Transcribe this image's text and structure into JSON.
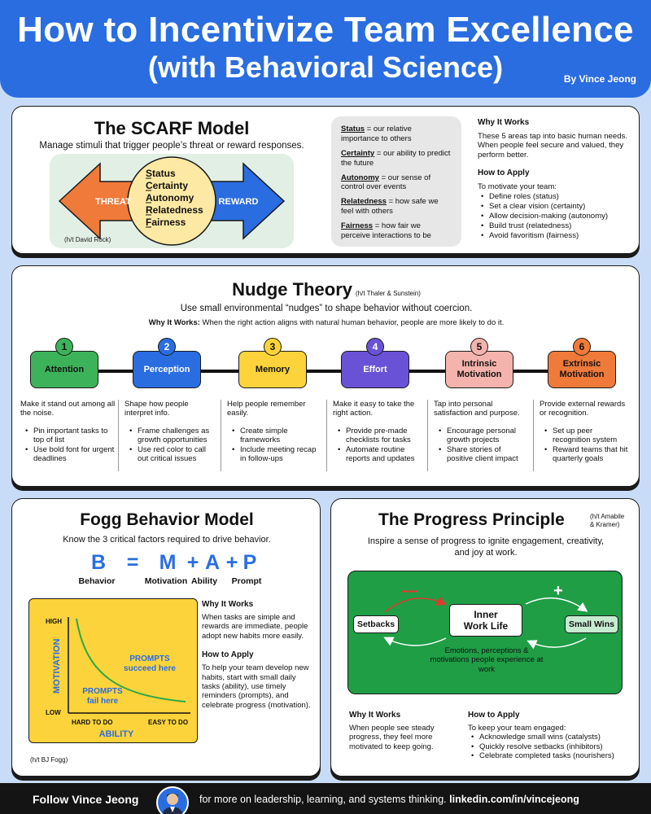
{
  "header": {
    "title_line1": "How to Incentivize Team Excellence",
    "title_line2": "(with Behavioral Science)",
    "byline": "By Vince Jeong"
  },
  "scarf": {
    "title": "The SCARF Model",
    "subtitle": "Manage stimuli that trigger people’s threat or reward responses.",
    "threat_label": "THREAT",
    "reward_label": "REWARD",
    "circle_words": [
      "Status",
      "Certainty",
      "Autonomy",
      "Relatedness",
      "Fairness"
    ],
    "credit": "(h/t David Rock)",
    "definitions": [
      {
        "term": "Status",
        "text": " = our relative importance to others"
      },
      {
        "term": "Certainty",
        "text": " = our ability to predict the future"
      },
      {
        "term": "Autonomy",
        "text": " = our sense of control over events"
      },
      {
        "term": "Relatedness",
        "text": " = how safe we feel with others"
      },
      {
        "term": "Fairness",
        "text": " = how fair we perceive interactions to be"
      }
    ],
    "why_heading": "Why It Works",
    "why_text": "These 5 areas tap into basic human needs. When people feel secure and valued, they perform better.",
    "apply_heading": "How to Apply",
    "apply_intro": "To motivate your team:",
    "apply_items": [
      "Define roles (status)",
      "Set a clear vision (certainty)",
      "Allow decision-making (autonomy)",
      "Build trust (relatedness)",
      "Avoid favoritism (fairness)"
    ],
    "colors": {
      "threat": "#ef7a3a",
      "reward": "#2a6de0",
      "circle": "#fde9a4",
      "panel": "#e2efe4"
    }
  },
  "nudge": {
    "title": "Nudge Theory",
    "credit": "(h/t Thaler & Sunstein)",
    "subtitle": "Use small environmental “nudges” to shape behavior without coercion.",
    "why_label": "Why It Works:",
    "why_text": " When the right action aligns with natural human behavior, people are more likely to do it.",
    "steps": [
      {
        "num": "1",
        "label": "Attention",
        "color": "#3cb35a",
        "text_color": "#111",
        "desc": "Make it stand out among all the noise.",
        "items": [
          "Pin important tasks to top of list",
          "Use bold font for urgent deadlines"
        ]
      },
      {
        "num": "2",
        "label": "Perception",
        "color": "#2a6de0",
        "text_color": "#fff",
        "desc": "Shape how people interpret info.",
        "items": [
          "Frame challenges as growth opportunities",
          "Use red color to call out critical issues"
        ]
      },
      {
        "num": "3",
        "label": "Memory",
        "color": "#fcd33a",
        "text_color": "#111",
        "desc": "Help people remember easily.",
        "items": [
          "Create simple frameworks",
          "Include meeting recap in follow-ups"
        ]
      },
      {
        "num": "4",
        "label": "Effort",
        "color": "#6a52d6",
        "text_color": "#fff",
        "desc": "Make it easy to take the right action.",
        "items": [
          "Provide pre-made checklists for tasks",
          "Automate routine reports and updates"
        ]
      },
      {
        "num": "5",
        "label": "Intrinsic Motivation",
        "color": "#f5b3ad",
        "text_color": "#111",
        "desc": "Tap into personal satisfaction and purpose.",
        "items": [
          "Encourage personal growth projects",
          "Share stories of positive client impact"
        ]
      },
      {
        "num": "6",
        "label": "Extrinsic Motivation",
        "color": "#ef7a3a",
        "text_color": "#111",
        "desc": "Provide external rewards or recognition.",
        "items": [
          "Set up peer recognition system",
          "Reward teams that hit quarterly goals"
        ]
      }
    ]
  },
  "fogg": {
    "title": "Fogg Behavior Model",
    "subtitle": "Know the 3 critical factors required to drive behavior.",
    "equation": {
      "B": "B",
      "eq": "=",
      "M": "M",
      "plus1": "+",
      "A": "A",
      "plus2": "+",
      "P": "P"
    },
    "equation_labels": {
      "B": "Behavior",
      "M": "Motivation",
      "A": "Ability",
      "P": "Prompt"
    },
    "chart": {
      "y_axis_title": "MOTIVATION",
      "y_high": "HIGH",
      "y_low": "LOW",
      "x_axis_title": "ABILITY",
      "x_left": "HARD TO DO",
      "x_right": "EASY TO DO",
      "success_line1": "PROMPTS",
      "success_line2": "succeed here",
      "fail_line1": "PROMPTS",
      "fail_line2": "fail here",
      "colors": {
        "bg": "#fcd33a",
        "curve": "#2aa84a",
        "text": "#2a6de0"
      }
    },
    "why_heading": "Why It Works",
    "why_text": "When tasks are simple and rewards are immediate, people adopt new habits more easily.",
    "apply_heading": "How to Apply",
    "apply_text": "To help your team develop new habits, start with small daily tasks (ability), use timely reminders (prompts), and celebrate progress (motivation).",
    "credit": "(h/t BJ Fogg)"
  },
  "progress": {
    "title": "The Progress Principle",
    "credit_line1": "(h/t Amabile",
    "credit_line2": "& Kramer)",
    "subtitle": "Inspire a sense of progress to ignite engagement, creativity, and joy at work.",
    "minus": "—",
    "plus": "+",
    "setbacks": "Setbacks",
    "inner_line1": "Inner",
    "inner_line2": "Work Life",
    "small_wins": "Small Wins",
    "inner_desc": "Emotions, perceptions & motivations people experience at work",
    "why_heading": "Why It Works",
    "why_text": "When people see steady progress, they feel more motivated to keep going.",
    "apply_heading": "How to Apply",
    "apply_intro": "To keep your team engaged:",
    "apply_items": [
      "Acknowledge small wins (catalysts)",
      "Quickly resolve setbacks (inhibitors)",
      "Celebrate completed tasks (nourishers)"
    ],
    "colors": {
      "panel": "#1f9e45",
      "minus": "#e03a2e",
      "wins": "#c6ebd1"
    }
  },
  "footer": {
    "follow": "Follow Vince Jeong",
    "text": "for more on leadership, learning, and systems thinking.",
    "link": "linkedin.com/in/vincejeong"
  }
}
